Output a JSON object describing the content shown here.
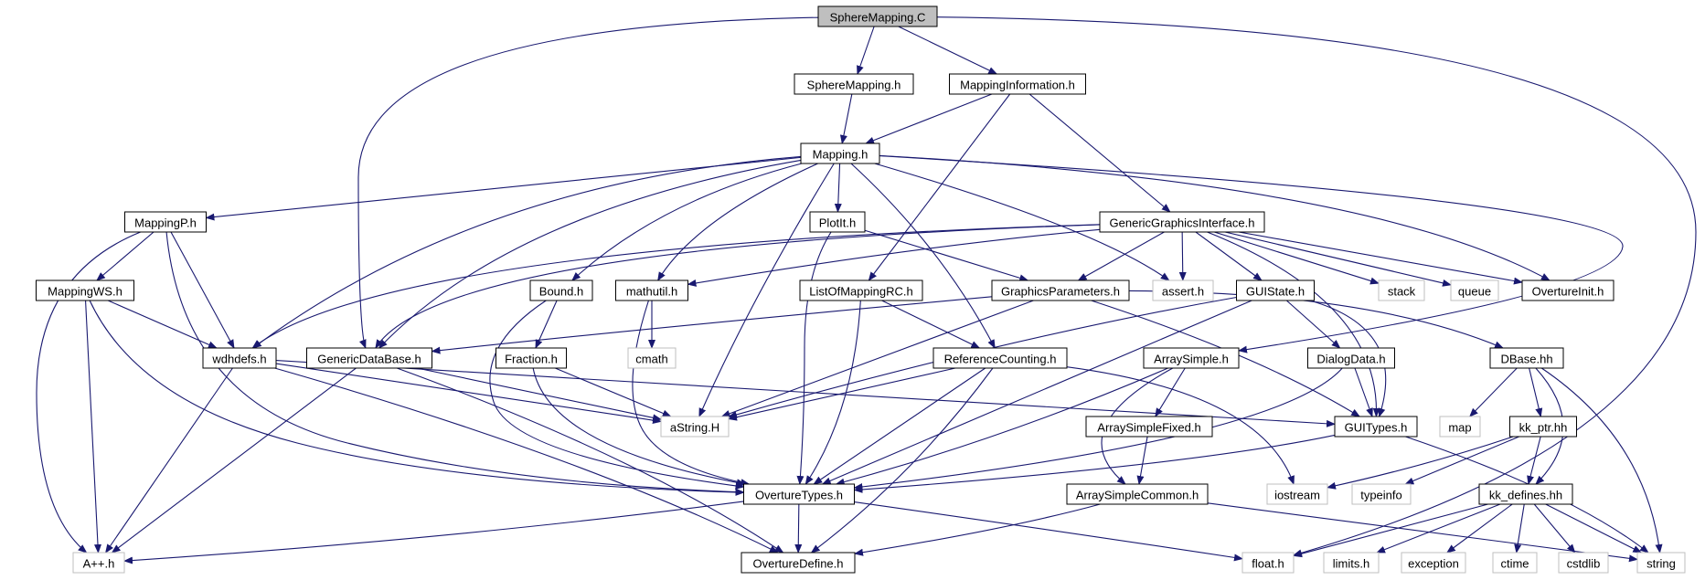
{
  "colors": {
    "edge": "#191970",
    "root_fill": "#bfbfbf",
    "node_stroke": "#000000",
    "external_stroke": "#bfbfbf",
    "text": "#000000"
  },
  "nodes": {
    "SphereMapping.C": "SphereMapping.C",
    "SphereMapping.h": "SphereMapping.h",
    "MappingInformation.h": "MappingInformation.h",
    "Mapping.h": "Mapping.h",
    "MappingP.h": "MappingP.h",
    "PlotIt.h": "PlotIt.h",
    "GenericGraphicsInterface.h": "GenericGraphicsInterface.h",
    "MappingWS.h": "MappingWS.h",
    "Bound.h": "Bound.h",
    "mathutil.h": "mathutil.h",
    "ListOfMappingRC.h": "ListOfMappingRC.h",
    "GraphicsParameters.h": "GraphicsParameters.h",
    "assert.h": "assert.h",
    "GUIState.h": "GUIState.h",
    "stack": "stack",
    "queue": "queue",
    "OvertureInit.h": "OvertureInit.h",
    "wdhdefs.h": "wdhdefs.h",
    "GenericDataBase.h": "GenericDataBase.h",
    "Fraction.h": "Fraction.h",
    "cmath": "cmath",
    "ReferenceCounting.h": "ReferenceCounting.h",
    "ArraySimple.h": "ArraySimple.h",
    "DialogData.h": "DialogData.h",
    "DBase.hh": "DBase.hh",
    "aString.H": "aString.H",
    "GUITypes.h": "GUITypes.h",
    "map": "map",
    "kk_ptr.hh": "kk_ptr.hh",
    "ArraySimpleFixed.h": "ArraySimpleFixed.h",
    "OvertureTypes.h": "OvertureTypes.h",
    "ArraySimpleCommon.h": "ArraySimpleCommon.h",
    "iostream": "iostream",
    "typeinfo": "typeinfo",
    "kk_defines.hh": "kk_defines.hh",
    "A++.h": "A++.h",
    "OvertureDefine.h": "OvertureDefine.h",
    "float.h": "float.h",
    "limits.h": "limits.h",
    "exception": "exception",
    "ctime": "ctime",
    "cstdlib": "cstdlib",
    "string": "string"
  }
}
